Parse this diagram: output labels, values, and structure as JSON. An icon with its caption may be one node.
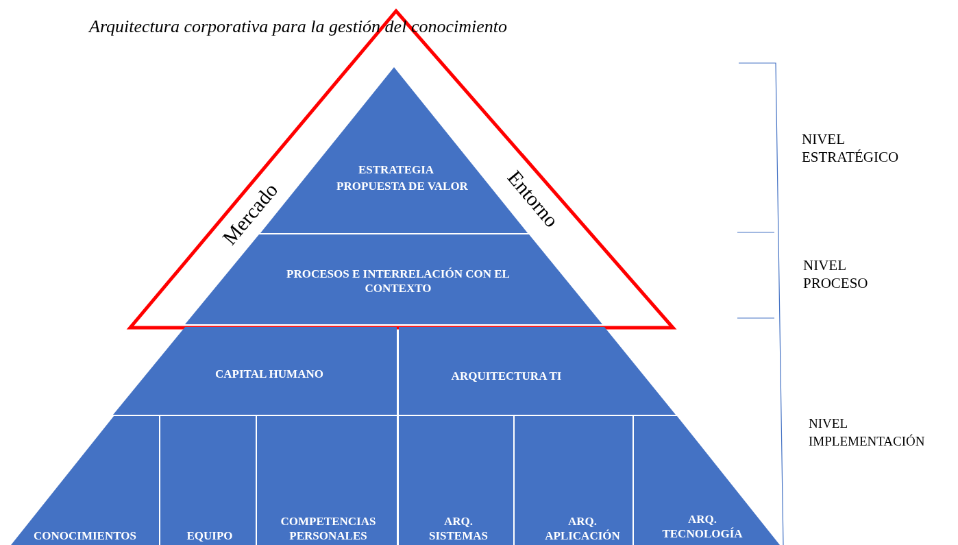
{
  "diagram": {
    "title": "Arquitectura corporativa para la gestión del conocimiento",
    "nodes": [
      {
        "text": [
          "Mercado",
          "Entorno"
        ]
      },
      {
        "text": [
          "ESTRATEGIA",
          "PROPUESTA DE VALOR"
        ],
        "in": 0
      },
      {
        "text": [
          "PROCESOS E INTERRELACIÓN CON EL CONTEXTO"
        ],
        "in": 0
      },
      {
        "text": [
          "CAPITAL HUMANO"
        ]
      },
      {
        "text": [
          "ARQUITECTURA TI"
        ]
      },
      {
        "text": [
          "CONOCIMIENTOS"
        ]
      },
      {
        "text": [
          "EQUIPO"
        ]
      },
      {
        "text": [
          "COMPETENCIAS PERSONALES"
        ]
      },
      {
        "text": [
          "ARQ. SISTEMAS"
        ]
      },
      {
        "text": [
          "ARQ. APLICACIÓN"
        ]
      },
      {
        "text": [
          "ARQ. TECNOLOGÍA"
        ]
      }
    ],
    "labels": [
      "NIVEL ESTRATÉGICO",
      "NIVEL PROCESO",
      "NIVEL IMPLEMENTACIÓN"
    ]
  }
}
